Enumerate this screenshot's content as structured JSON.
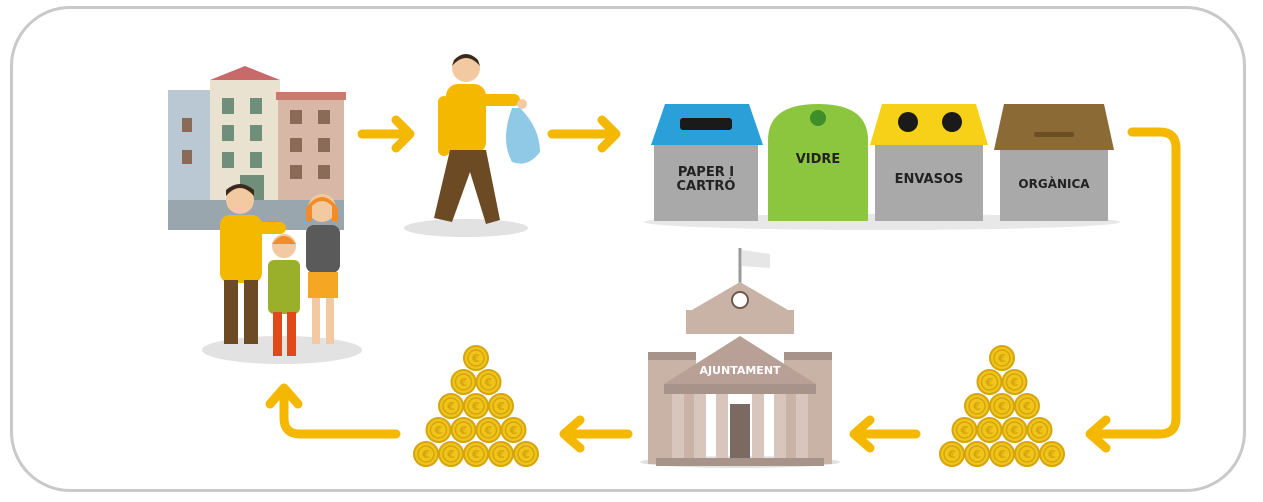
{
  "bins": [
    {
      "label_line1": "PAPER I",
      "label_line2": "CARTRÓ",
      "lid_color": "#2a9fd8",
      "body_color": "#a9a9a9"
    },
    {
      "label_line1": "VIDRE",
      "label_line2": "",
      "lid_color": "#8cc63f",
      "body_color": "#8cc63f"
    },
    {
      "label_line1": "ENVASOS",
      "label_line2": "",
      "lid_color": "#f7d117",
      "body_color": "#a9a9a9"
    },
    {
      "label_line1": "ORGÀNICA",
      "label_line2": "",
      "lid_color": "#8b6a36",
      "body_color": "#a9a9a9"
    }
  ],
  "town_hall": {
    "label": "AJUNTAMENT"
  },
  "colors": {
    "arrow": "#f5b800",
    "coin": "#f0c419",
    "coin_edge": "#d4a50e",
    "frame": "#c9c9c9"
  }
}
